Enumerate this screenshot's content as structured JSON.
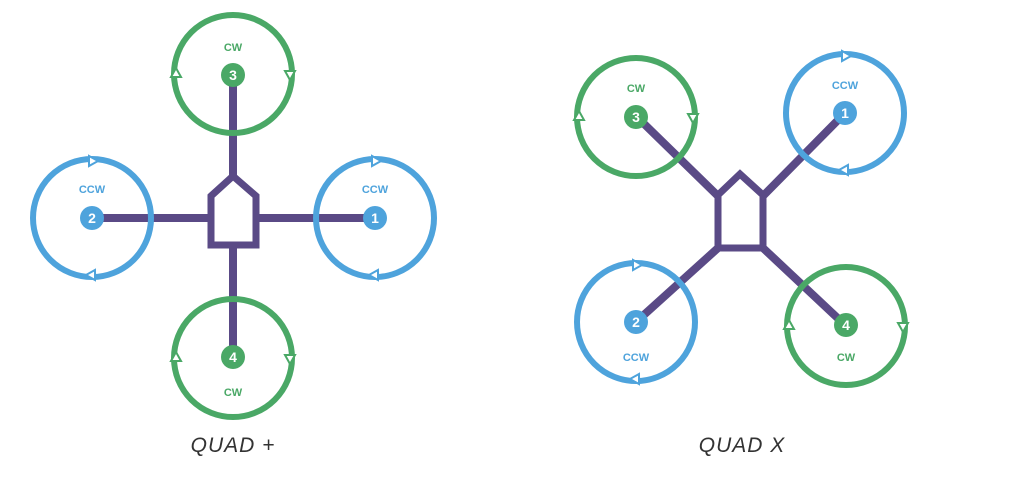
{
  "colors": {
    "frame": "#5a4a86",
    "cw": "#4aa866",
    "ccw": "#4ea3dc",
    "caption": "#333333",
    "background": "#ffffff"
  },
  "configs": [
    {
      "caption": "QUAD +",
      "motors": [
        {
          "number": "1",
          "direction": "CCW"
        },
        {
          "number": "2",
          "direction": "CCW"
        },
        {
          "number": "3",
          "direction": "CW"
        },
        {
          "number": "4",
          "direction": "CW"
        }
      ]
    },
    {
      "caption": "QUAD X",
      "motors": [
        {
          "number": "1",
          "direction": "CCW"
        },
        {
          "number": "2",
          "direction": "CCW"
        },
        {
          "number": "3",
          "direction": "CW"
        },
        {
          "number": "4",
          "direction": "CW"
        }
      ]
    }
  ]
}
